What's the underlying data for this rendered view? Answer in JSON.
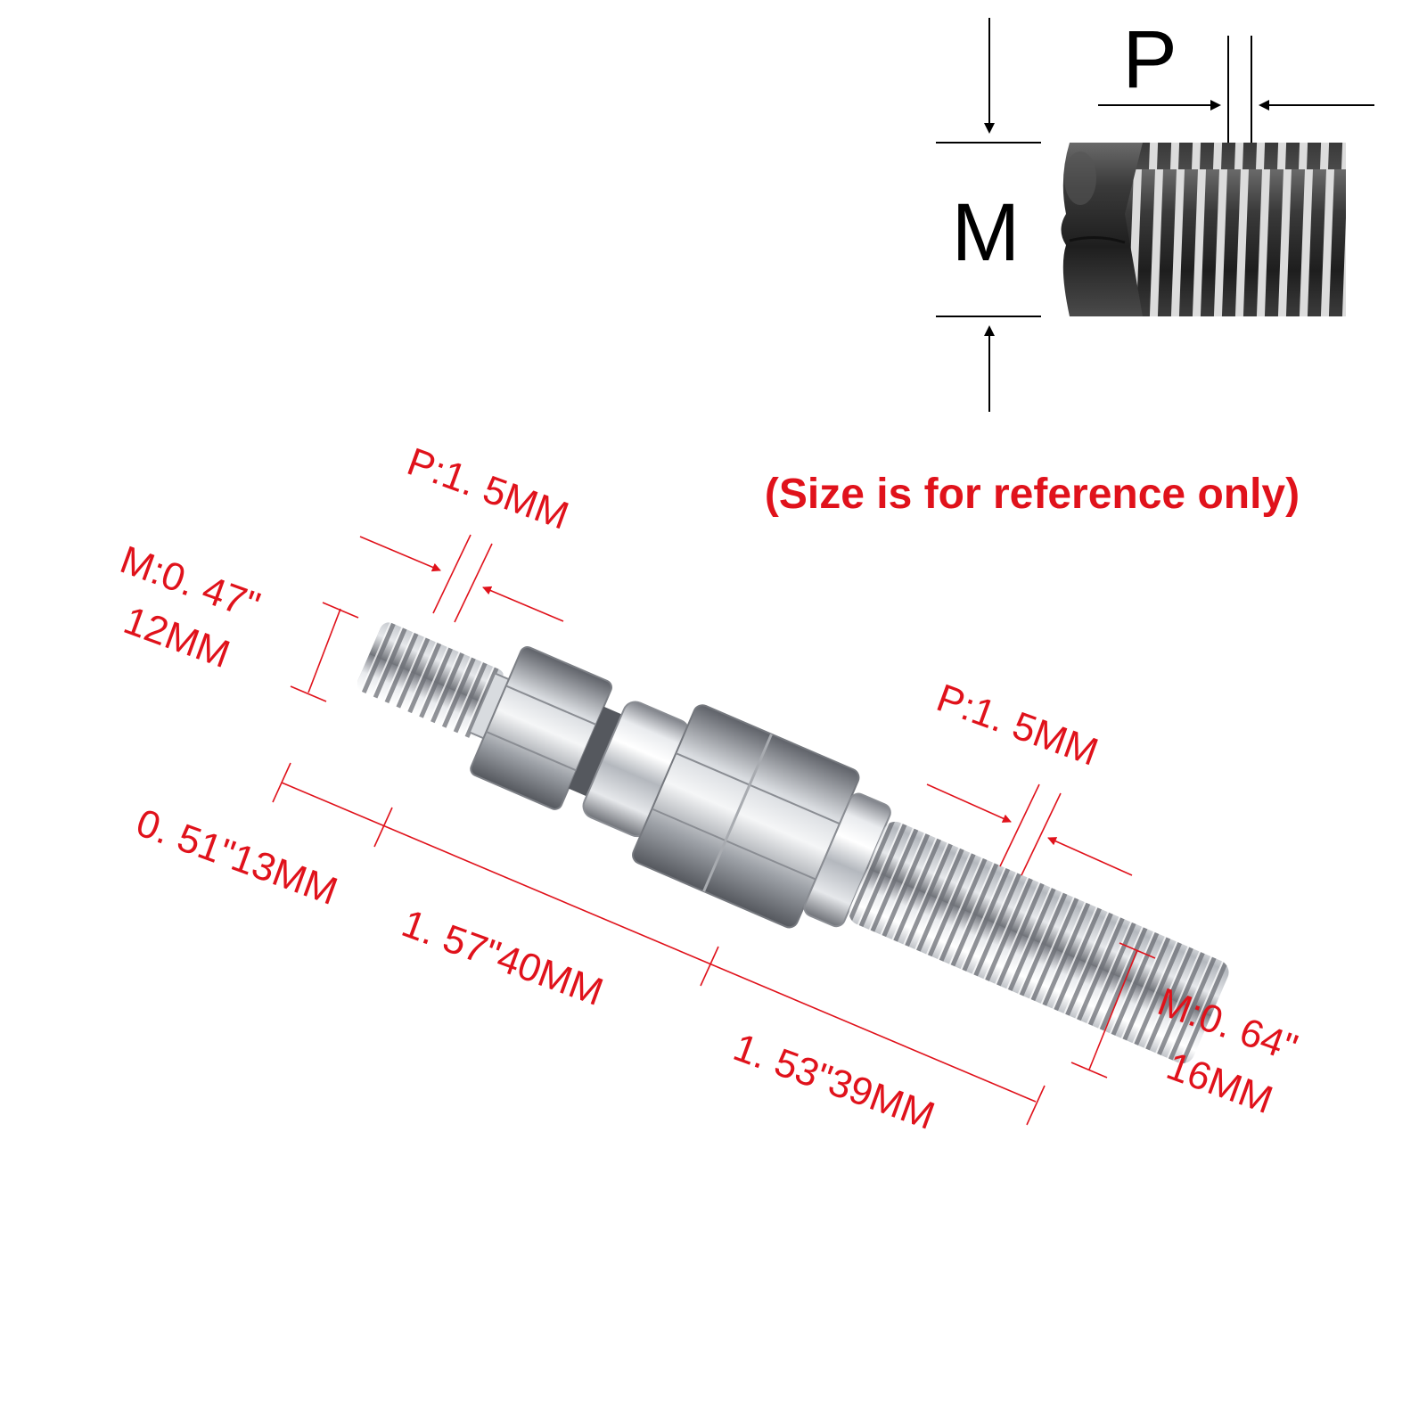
{
  "reference_diagram": {
    "pitch_symbol": "P",
    "major_diameter_symbol": "M"
  },
  "note": "(Size is for reference only)",
  "dimensions": {
    "left_pitch": "P:1. 5MM",
    "left_diameter_inch": "M:0. 47\"",
    "left_diameter_mm": "12MM",
    "left_thread_length": "0. 51\"13MM",
    "body_length": "1. 57\"40MM",
    "right_thread_length": "1. 53\"39MM",
    "right_pitch": "P:1. 5MM",
    "right_diameter_inch": "M:0. 64\"",
    "right_diameter_mm": "16MM"
  },
  "colors": {
    "annotation": "#e0121b",
    "reference_thread": "#2a2a2a",
    "chrome": "#c9ccd1"
  }
}
